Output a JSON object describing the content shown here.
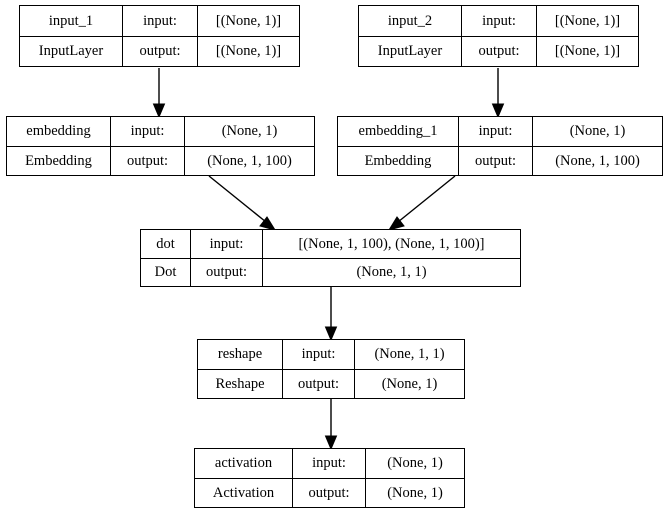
{
  "diagram": {
    "title": "Keras model plot",
    "background_color": "#ffffff",
    "line_color": "#000000",
    "text_color": "#000000",
    "labels": {
      "input": "input:",
      "output": "output:"
    },
    "nodes": [
      {
        "id": "input_1",
        "name": "input_1",
        "class": "InputLayer",
        "input_shape": "[(None, 1)]",
        "output_shape": "[(None, 1)]"
      },
      {
        "id": "input_2",
        "name": "input_2",
        "class": "InputLayer",
        "input_shape": "[(None, 1)]",
        "output_shape": "[(None, 1)]"
      },
      {
        "id": "embedding",
        "name": "embedding",
        "class": "Embedding",
        "input_shape": "(None, 1)",
        "output_shape": "(None, 1, 100)"
      },
      {
        "id": "embedding_1",
        "name": "embedding_1",
        "class": "Embedding",
        "input_shape": "(None, 1)",
        "output_shape": "(None, 1, 100)"
      },
      {
        "id": "dot",
        "name": "dot",
        "class": "Dot",
        "input_shape": "[(None, 1, 100), (None, 1, 100)]",
        "output_shape": "(None, 1, 1)"
      },
      {
        "id": "reshape",
        "name": "reshape",
        "class": "Reshape",
        "input_shape": "(None, 1, 1)",
        "output_shape": "(None, 1)"
      },
      {
        "id": "activation",
        "name": "activation",
        "class": "Activation",
        "input_shape": "(None, 1)",
        "output_shape": "(None, 1)"
      }
    ],
    "edges": [
      {
        "from": "input_1",
        "to": "embedding"
      },
      {
        "from": "input_2",
        "to": "embedding_1"
      },
      {
        "from": "embedding",
        "to": "dot"
      },
      {
        "from": "embedding_1",
        "to": "dot"
      },
      {
        "from": "dot",
        "to": "reshape"
      },
      {
        "from": "reshape",
        "to": "activation"
      }
    ]
  }
}
